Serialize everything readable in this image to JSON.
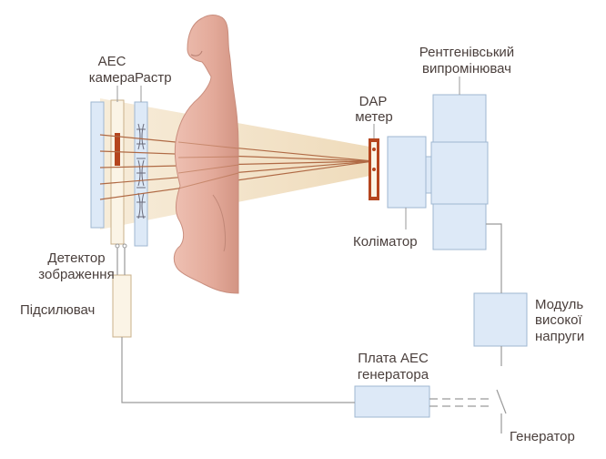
{
  "labels": {
    "aec_camera_line1": "AEC",
    "aec_camera_line2": "камера",
    "grid": "Растр",
    "xray_tube_line1": "Рентгенівський",
    "xray_tube_line2": "випромінювач",
    "dap_line1": "DAP",
    "dap_line2": "метер",
    "collimator": "Коліматор",
    "detector_line1": "Детектор",
    "detector_line2": "зображення",
    "amplifier": "Підсилювач",
    "hv_module_line1": "Модуль",
    "hv_module_line2": "високої",
    "hv_module_line3": "напруги",
    "aec_board_line1": "Плата AEC",
    "aec_board_line2": "генератора",
    "generator": "Генератор"
  },
  "colors": {
    "component_fill": "#dde9f7",
    "component_stroke": "#9fb7d2",
    "beam": "#f3e3c8",
    "beam_lines": "#b06a45",
    "skin": "#e6b1a3",
    "aec_sensor": "#b5451e",
    "label_text": "#4a3f3c"
  }
}
